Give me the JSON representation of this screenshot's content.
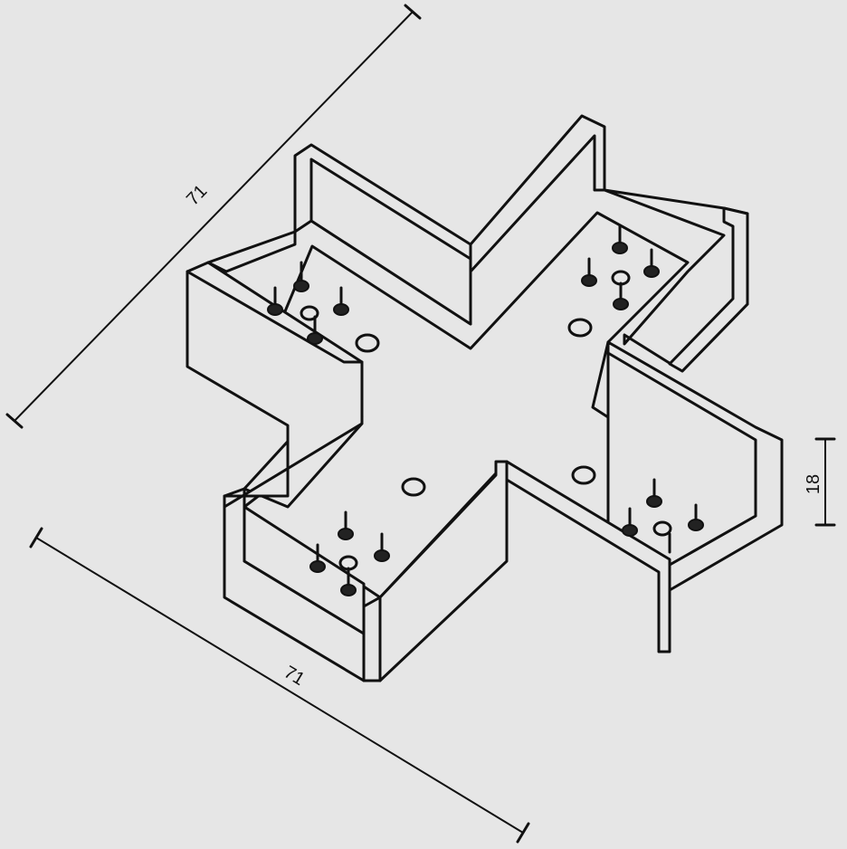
{
  "dimensions": {
    "width_top": "71",
    "width_bottom": "71",
    "height_right": "18"
  },
  "colors": {
    "background": "#e6e6e6",
    "line": "#111111"
  }
}
